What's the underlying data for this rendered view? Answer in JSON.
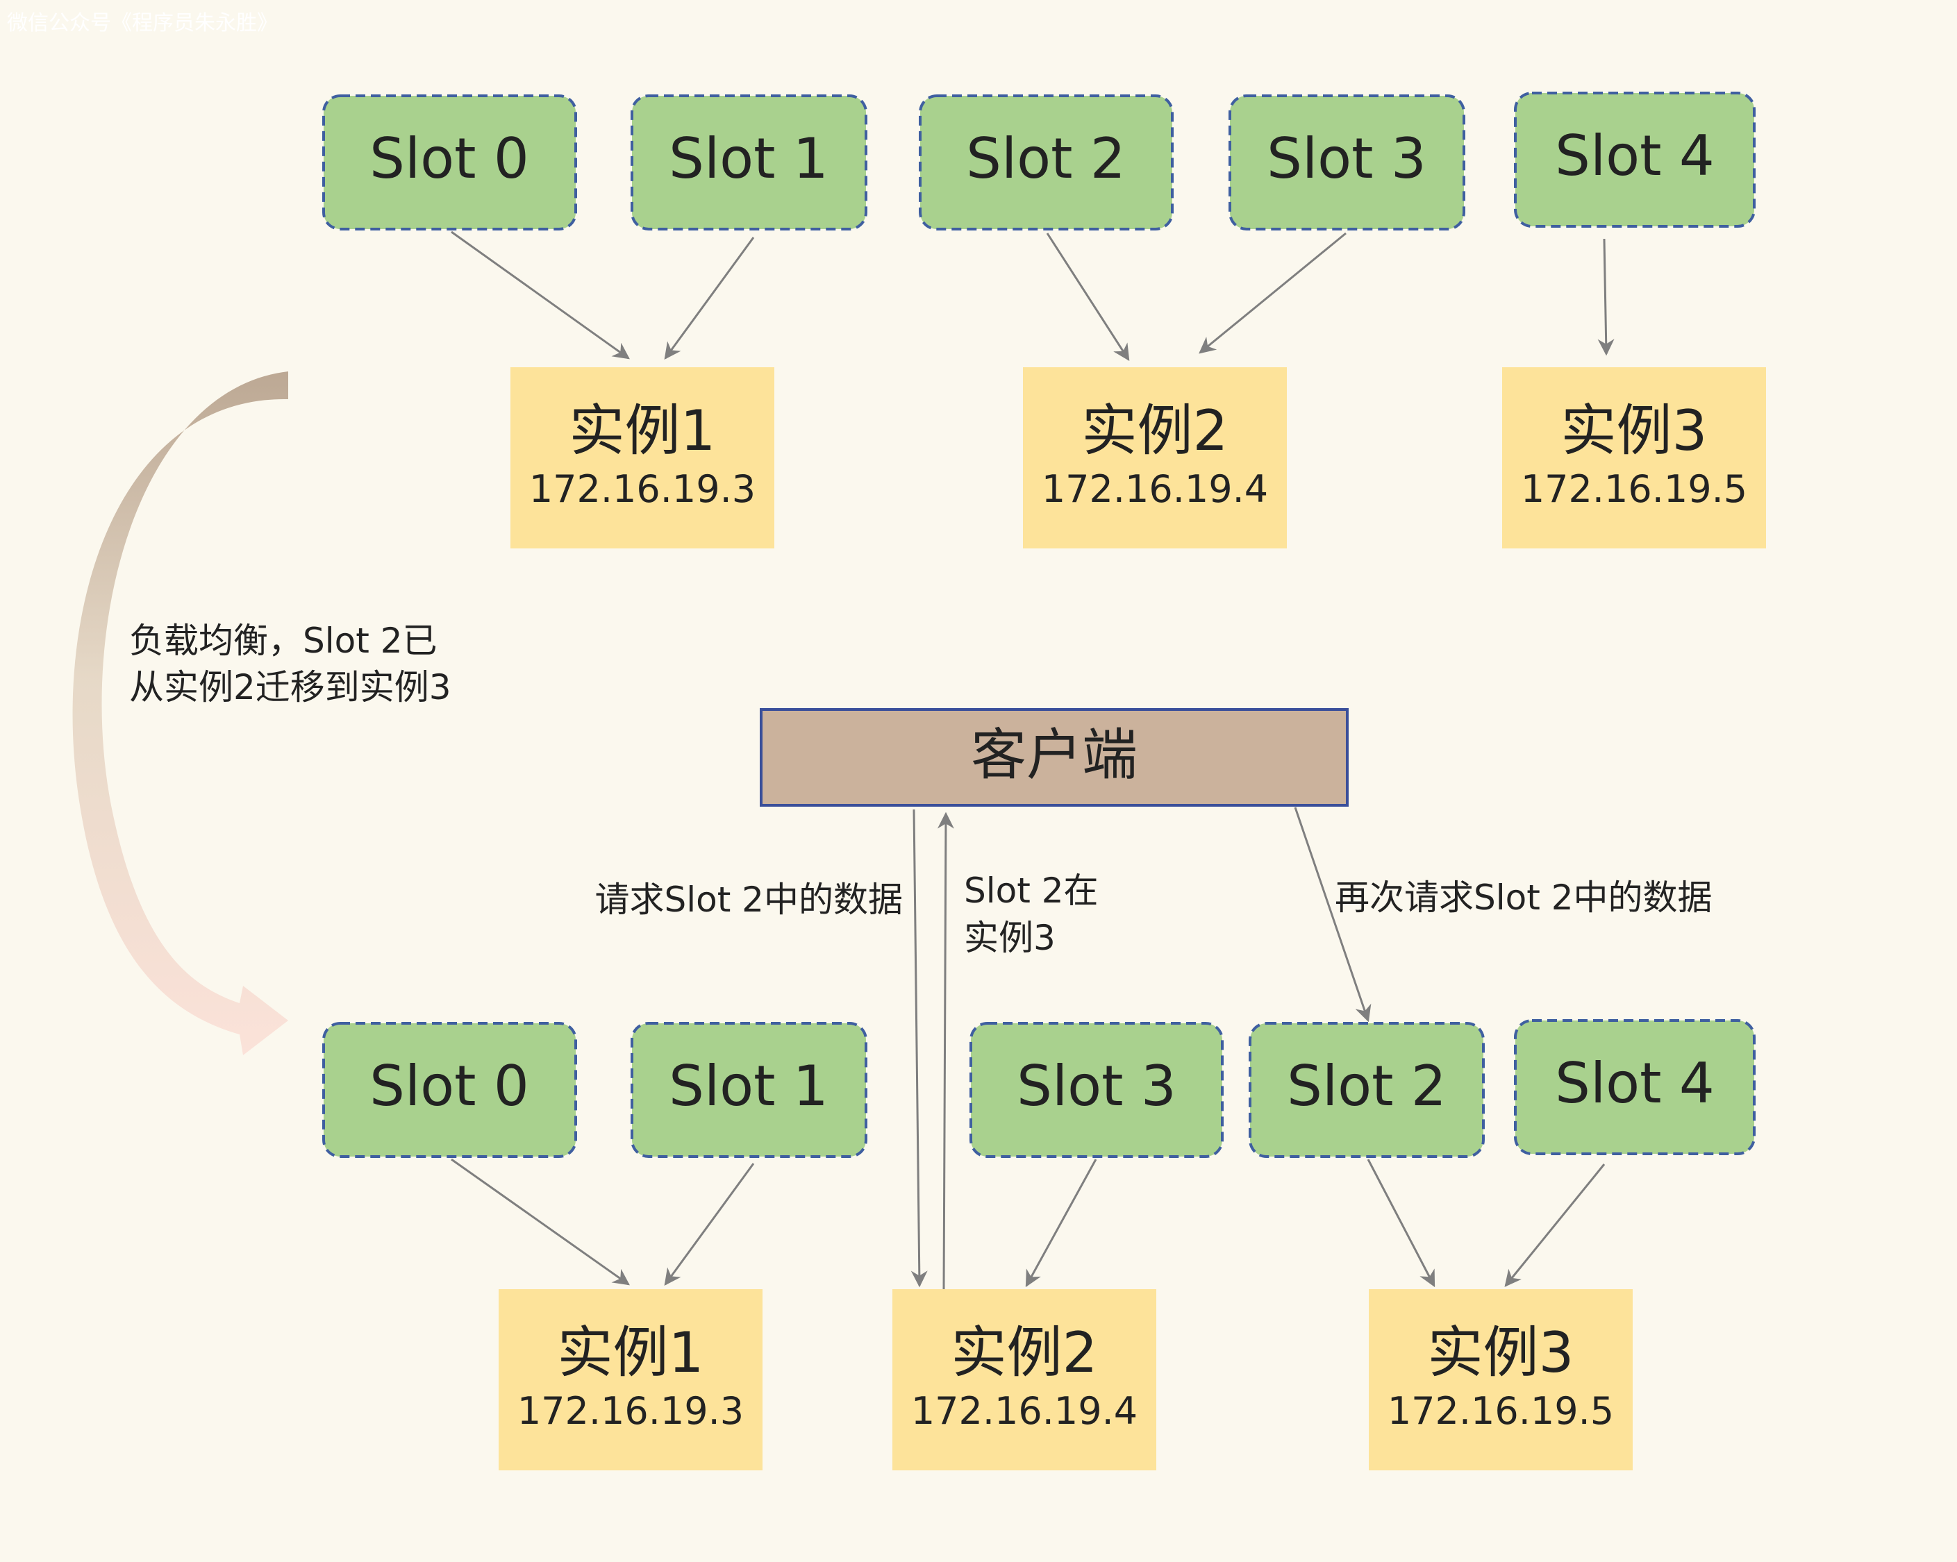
{
  "watermark": "微信公众号《程序员朱永胜》",
  "migration_note": {
    "line1": "负载均衡，Slot 2已",
    "line2": "从实例2迁移到实例3"
  },
  "client": {
    "label": "客户端"
  },
  "requests": {
    "first": "请求Slot 2中的数据",
    "reply_line1": "Slot 2在",
    "reply_line2": "实例3",
    "second": "再次请求Slot 2中的数据"
  },
  "before": {
    "slots": [
      "Slot 0",
      "Slot 1",
      "Slot 2",
      "Slot 3",
      "Slot 4"
    ],
    "instances": [
      {
        "name": "实例1",
        "ip": "172.16.19.3"
      },
      {
        "name": "实例2",
        "ip": "172.16.19.4"
      },
      {
        "name": "实例3",
        "ip": "172.16.19.5"
      }
    ]
  },
  "after": {
    "slots": [
      "Slot 0",
      "Slot 1",
      "Slot 3",
      "Slot 2",
      "Slot 4"
    ],
    "instances": [
      {
        "name": "实例1",
        "ip": "172.16.19.3"
      },
      {
        "name": "实例2",
        "ip": "172.16.19.4"
      },
      {
        "name": "实例3",
        "ip": "172.16.19.5"
      }
    ]
  },
  "colors": {
    "background": "#fbf8ee",
    "slot_fill": "#a9d18e",
    "slot_border": "#3f5fa0",
    "instance_fill": "#fde39a",
    "client_fill": "#cbb29c",
    "client_border": "#3a4f9a",
    "arrow": "#7f7f7f",
    "text": "#222222"
  }
}
